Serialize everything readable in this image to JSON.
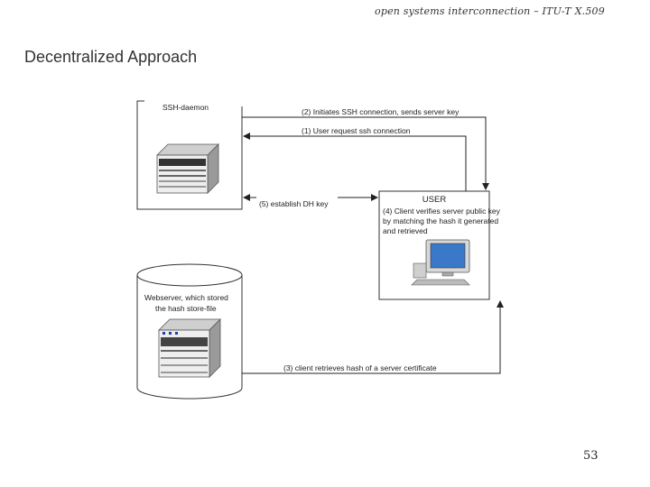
{
  "header": {
    "text": "open systems interconnection – ITU-T X.509"
  },
  "slide": {
    "title": "Decentralized Approach",
    "page_number": "53"
  },
  "diagram": {
    "ssh_daemon_label": "SSH-daemon",
    "webserver_label_line1": "Webserver, which stored",
    "webserver_label_line2": "the hash store-file",
    "user_label": "USER",
    "user_step_line1": "(4) Client verifies server public key",
    "user_step_line2": "by matching the hash it generated",
    "user_step_line3": "and retrieved",
    "arrow_step2": "(2) Initiates SSH connection, sends server key",
    "arrow_step1": "(1) User request ssh connection",
    "arrow_step5": "(5) establish DH key",
    "arrow_step3": "(3) client retrieves hash of a server certificate"
  }
}
